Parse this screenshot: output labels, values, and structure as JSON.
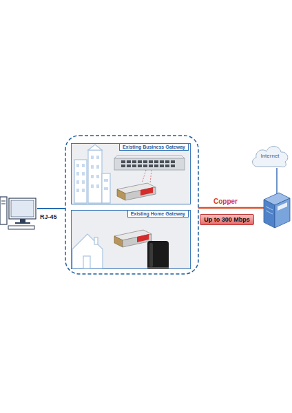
{
  "diagram": {
    "nodes": [
      {
        "text": [
          "Existing Business Gateway"
        ]
      },
      {
        "text": [
          "Existing Home Gateway"
        ]
      },
      {
        "text": [
          "Up to 300 Mbps"
        ]
      },
      {
        "text": [
          "Internet"
        ]
      }
    ],
    "labels": [
      "RJ-45",
      "Copper"
    ]
  }
}
